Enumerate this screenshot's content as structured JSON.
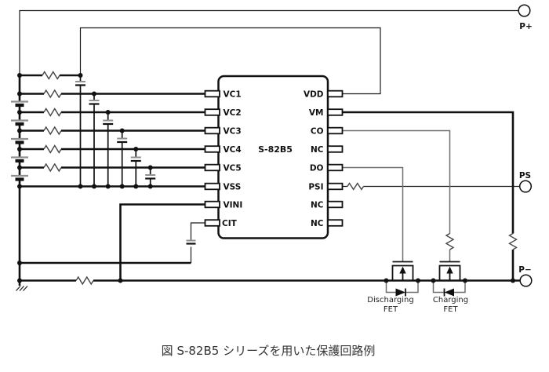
{
  "caption": "図 S-82B5 シリーズを用いた保護回路例",
  "ic": {
    "name": "S-82B5",
    "left_pins": [
      "VC1",
      "VC2",
      "VC3",
      "VC4",
      "VC5",
      "VSS",
      "VINI",
      "CIT"
    ],
    "right_pins": [
      "VDD",
      "VM",
      "CO",
      "NC",
      "DO",
      "PSI",
      "NC",
      "NC"
    ]
  },
  "terminals": {
    "positive": "P+",
    "sense": "PS",
    "negative": "P−"
  },
  "fets": {
    "discharging": {
      "line1": "Discharging",
      "line2": "FET"
    },
    "charging": {
      "line1": "Charging",
      "line2": "FET"
    }
  },
  "colors": {
    "wire": "#111111",
    "gray_wire": "#6f6f6f",
    "background": "#ffffff"
  }
}
